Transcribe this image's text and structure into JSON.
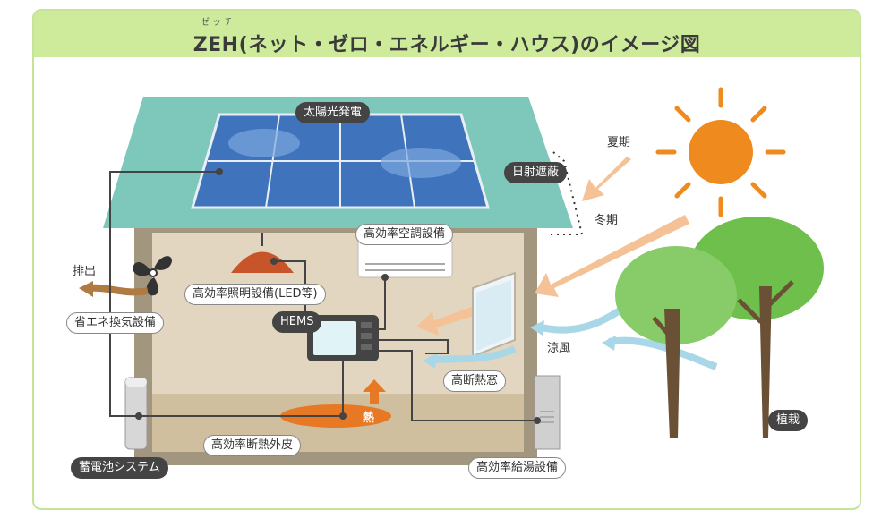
{
  "header": {
    "ruby": "ゼッチ",
    "title": "ZEH(ネット・ゼロ・エネルギー・ハウス)のイメージ図"
  },
  "labels": {
    "solar": "太陽光発電",
    "shade": "日射遮蔽",
    "summer": "夏期",
    "winter": "冬期",
    "aircon": "高効率空調設備",
    "lighting": "高効率照明設備(LED等)",
    "exhaust": "排出",
    "ventilation": "省エネ換気設備",
    "hems": "HEMS",
    "cool_breeze": "涼風",
    "window": "高断熱窓",
    "heat": "熱",
    "insulation": "高効率断熱外皮",
    "battery": "蓄電池システム",
    "water_heater": "高効率給湯設備",
    "trees": "植栽"
  },
  "colors": {
    "header_bg": "#cdeb9b",
    "roof": "#7ec8bb",
    "wall": "#a2967e",
    "interior": "#e3d6c1",
    "panel": "#3f73bb",
    "sun": "#ef8a1f",
    "warm_arrow": "#f5c196",
    "cool_arrow": "#a8d7e8",
    "tree": "#6ebf4b",
    "trunk": "#6a5035"
  }
}
